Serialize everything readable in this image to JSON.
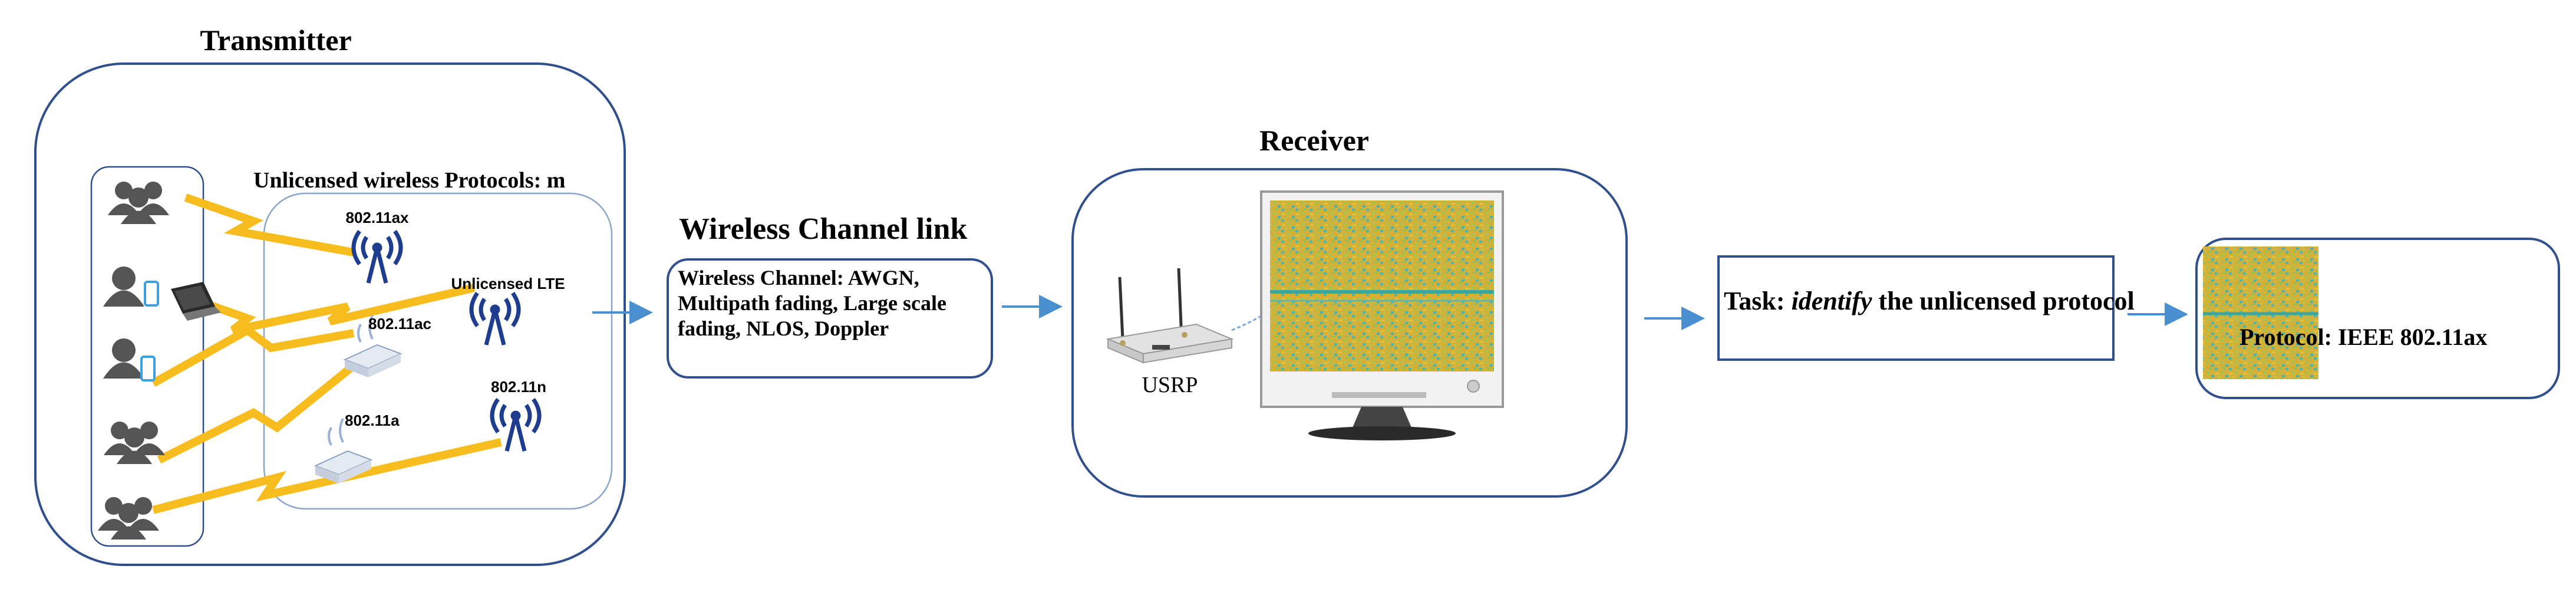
{
  "transmitter": {
    "title": "Transmitter",
    "protocols_label": "Unlicensed wireless Protocols: m",
    "towers": [
      "802.11ax",
      "Unlicensed LTE",
      "802.11n"
    ],
    "routers": [
      "802.11ac",
      "802.11a"
    ]
  },
  "channel": {
    "title": "Wireless Channel link",
    "description": "Wireless Channel: AWGN, Multipath fading, Large scale fading, NLOS, Doppler"
  },
  "receiver": {
    "title": "Receiver",
    "device_label": "USRP"
  },
  "task": {
    "prefix": "Task: ",
    "emphasis": "identify",
    "suffix": " the unlicensed protocol"
  },
  "result": {
    "label": "Protocol: IEEE 802.11ax"
  },
  "colors": {
    "box_stroke": "#2f4f8f",
    "arrow": "#4a8fd0",
    "lightning": "#f7bd1e",
    "tower": "#1f3d8f",
    "person": "#555555",
    "spectrogram_base": "#c8b43a",
    "spectrogram_line": "#3aa6a0"
  }
}
